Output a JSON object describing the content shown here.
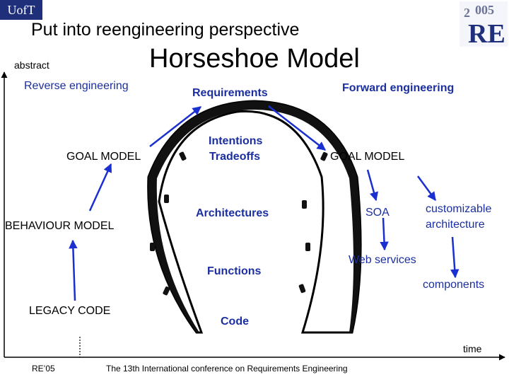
{
  "header": {
    "logo_left_text": "UofT",
    "logo_right_text": "2005 RE",
    "subtitle": "Put into reengineering perspective",
    "title": "Horseshoe Model",
    "abstract_label": "abstract"
  },
  "diagram": {
    "left_heading": "Reverse engineering",
    "center_heading": "Requirements",
    "right_heading": "Forward engineering",
    "left_goal": "GOAL MODEL",
    "left_behaviour": "BEHAVIOUR MODEL",
    "legacy": "LEGACY CODE",
    "intentions": "Intentions",
    "tradeoffs": "Tradeoffs",
    "architectures": "Architectures",
    "functions": "Functions",
    "code": "Code",
    "right_goal": "GOAL MODEL",
    "soa": "SOA",
    "customizable_line1": "customizable",
    "customizable_line2": "architecture",
    "web_services": "Web services",
    "components": "components",
    "time_label": "time"
  },
  "footer": {
    "re05": "RE’05",
    "conference": "The 13th International conference on Requirements Engineering"
  },
  "colors": {
    "arrow": "#1a2fd0",
    "label_blue": "#1b2fa0",
    "logo_bg": "#1f2f7a"
  }
}
